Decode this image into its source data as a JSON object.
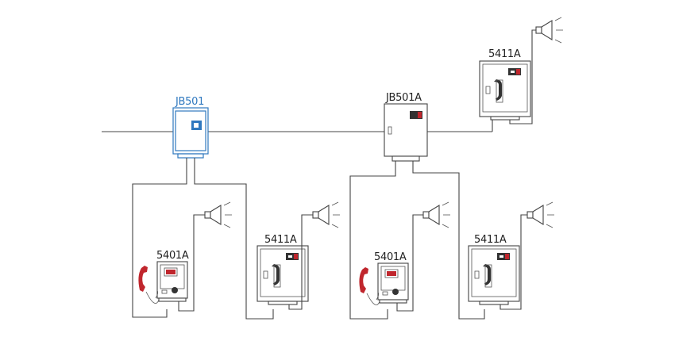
{
  "junction_boxes": [
    {
      "id": "jb1",
      "label": "JB501"
    },
    {
      "id": "jb2",
      "label": "JB501A"
    }
  ],
  "stations": [
    {
      "id": "st-top",
      "label": "5411A"
    },
    {
      "id": "st-a",
      "label": "5401A"
    },
    {
      "id": "st-b",
      "label": "5411A"
    },
    {
      "id": "st-c",
      "label": "5401A"
    },
    {
      "id": "st-d",
      "label": "5411A"
    }
  ],
  "colors": {
    "line": "#444444",
    "highlight": "#2f78bf",
    "accent_red": "#c0262d"
  },
  "icons": [
    "loudspeaker-icon",
    "handset-icon",
    "junction-box-icon",
    "telephone-station-icon"
  ]
}
